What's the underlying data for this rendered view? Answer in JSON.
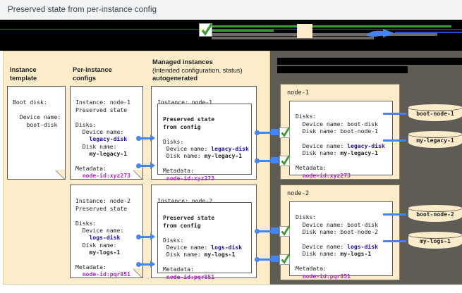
{
  "caption": {
    "text": "Preserved state from per-instance config"
  },
  "banner": {
    "check_icon": "checkmark-icon",
    "arrow_icon": "blue-arrow-icon",
    "redacted": true
  },
  "columns": {
    "instance_template": {
      "line1": "Instance",
      "line2": "template"
    },
    "per_instance_configs": {
      "line1": "Per-instance",
      "line2": "configs"
    },
    "managed_instances": {
      "line1": "Managed instances",
      "line2": "(intended configuration, status)",
      "line3": "autogenerated"
    }
  },
  "instance_template_doc": {
    "l1": "Boot disk:",
    "l2": "",
    "l3": "  Device name:",
    "l4": "    boot-disk"
  },
  "configs": [
    {
      "instance_line": "Instance: node-1",
      "preserved_line": "Preserved state",
      "disks_label": "Disks:",
      "device_name_label": "  Device name:",
      "device_name_value": "    legacy-disk",
      "disk_name_label": "  Disk name:",
      "disk_name_value": "    my-legacy-1",
      "metadata_label": "Metadata:",
      "metadata_value": "  node-id:xyz273"
    },
    {
      "instance_line": "Instance: node-2",
      "preserved_line": "Preserved state",
      "disks_label": "Disks:",
      "device_name_label": "  Device name:",
      "device_name_value": "    logs-disk",
      "disk_name_label": "  Disk name:",
      "disk_name_value": "    my-logs-1",
      "metadata_label": "Metadata:",
      "metadata_value": "  node-id:pqr851"
    }
  ],
  "managed": [
    {
      "instance_line": "Instance: node-1",
      "preserved_l1": "Preserved state",
      "preserved_l2": "from config",
      "disks_label": "Disks:",
      "device_prefix": " Device name: ",
      "device_value": "legacy-disk",
      "disk_prefix": " Disk name: ",
      "disk_value": "my-legacy-1",
      "metadata_label": "Metadata:",
      "metadata_value": " node-id:xyz273"
    },
    {
      "instance_line": "Instance: node-2",
      "preserved_l1": "Preserved state",
      "preserved_l2": "from config",
      "disks_label": "Disks:",
      "device_prefix": " Device name: ",
      "device_value": "logs-disk",
      "disk_prefix": " Disk name: ",
      "disk_value": "my-logs-1",
      "metadata_label": "Metadata:",
      "metadata_value": " node-id:pqr851"
    }
  ],
  "nodes": [
    {
      "title": "node-1",
      "disks_label": "Disks:",
      "boot_device": "  Device name: boot-disk",
      "boot_disk": "  Disk name: boot-node-1",
      "pres_device_prefix": "  Device name: ",
      "pres_device_value": "legacy-disk",
      "pres_disk_prefix": "  Disk name: ",
      "pres_disk_value": "my-legacy-1",
      "metadata_label": "Metadata:",
      "metadata_value": "  node-id:xyz273",
      "disks": [
        {
          "label": "boot-node-1"
        },
        {
          "label": "my-legacy-1"
        }
      ]
    },
    {
      "title": "node-2",
      "disks_label": "Disks:",
      "boot_device": "  Device name: boot-disk",
      "boot_disk": "  Disk name: boot-node-2",
      "pres_device_prefix": "  Device name: ",
      "pres_device_value": "logs-disk",
      "pres_disk_prefix": "  Disk name: ",
      "pres_disk_value": "my-logs-1",
      "metadata_label": "Metadata:",
      "metadata_value": "  node-id:pqr851",
      "disks": [
        {
          "label": "boot-node-2"
        },
        {
          "label": "my-logs-1"
        }
      ]
    }
  ],
  "colors": {
    "panel_beige": "#fcecc9",
    "panel_gray": "#5f5b55",
    "connector_blue": "#4285f4",
    "link_blue": "#1a0dab",
    "metadata_purple": "#b026d3",
    "check_green": "#3f9c35",
    "caption_bg": "#f1f3f4"
  }
}
